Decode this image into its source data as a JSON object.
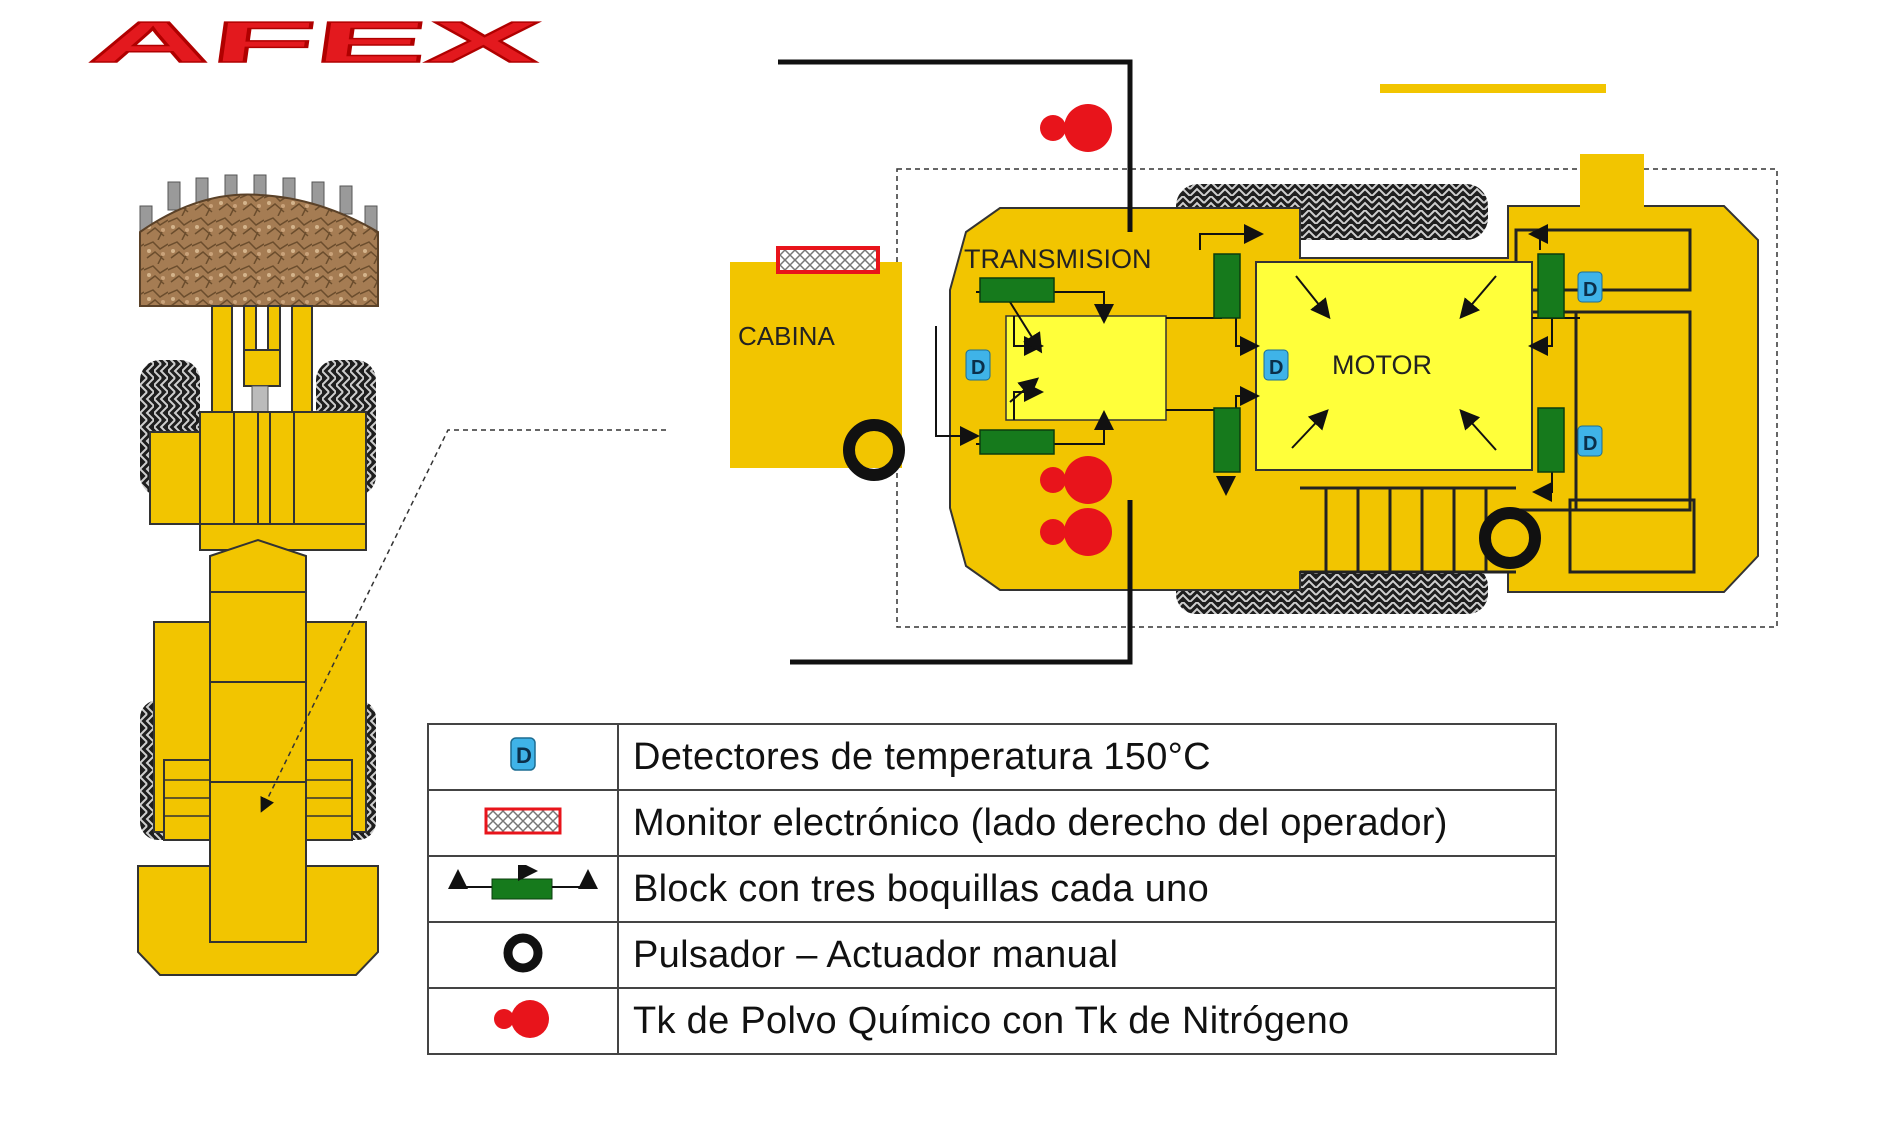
{
  "brand": {
    "logo_text": "AFEX",
    "color": "#e3191e"
  },
  "colors": {
    "body_yellow": "#f2c500",
    "engine_yellow": "#ffff3a",
    "block_green": "#167a1c",
    "tank_red": "#e8141b",
    "detector_blue": "#3fb3e8",
    "text_black": "#111111",
    "tire": "#1e1e1e"
  },
  "diagram": {
    "labels": {
      "cabin": "CABINA",
      "transmission": "TRANSMISION",
      "engine": "MOTOR"
    },
    "detector_letter": "D"
  },
  "legend": {
    "rows": [
      {
        "symbol": "detector-icon",
        "text": "Detectores de temperatura 150°C"
      },
      {
        "symbol": "monitor-icon",
        "text": "Monitor electrónico (lado derecho del operador)"
      },
      {
        "symbol": "nozzle-block-icon",
        "text": "Block con tres boquillas cada uno"
      },
      {
        "symbol": "push-button-icon",
        "text": "Pulsador – Actuador manual"
      },
      {
        "symbol": "tank-icon",
        "text": "Tk de Polvo Químico con Tk de Nitrógeno"
      }
    ]
  }
}
